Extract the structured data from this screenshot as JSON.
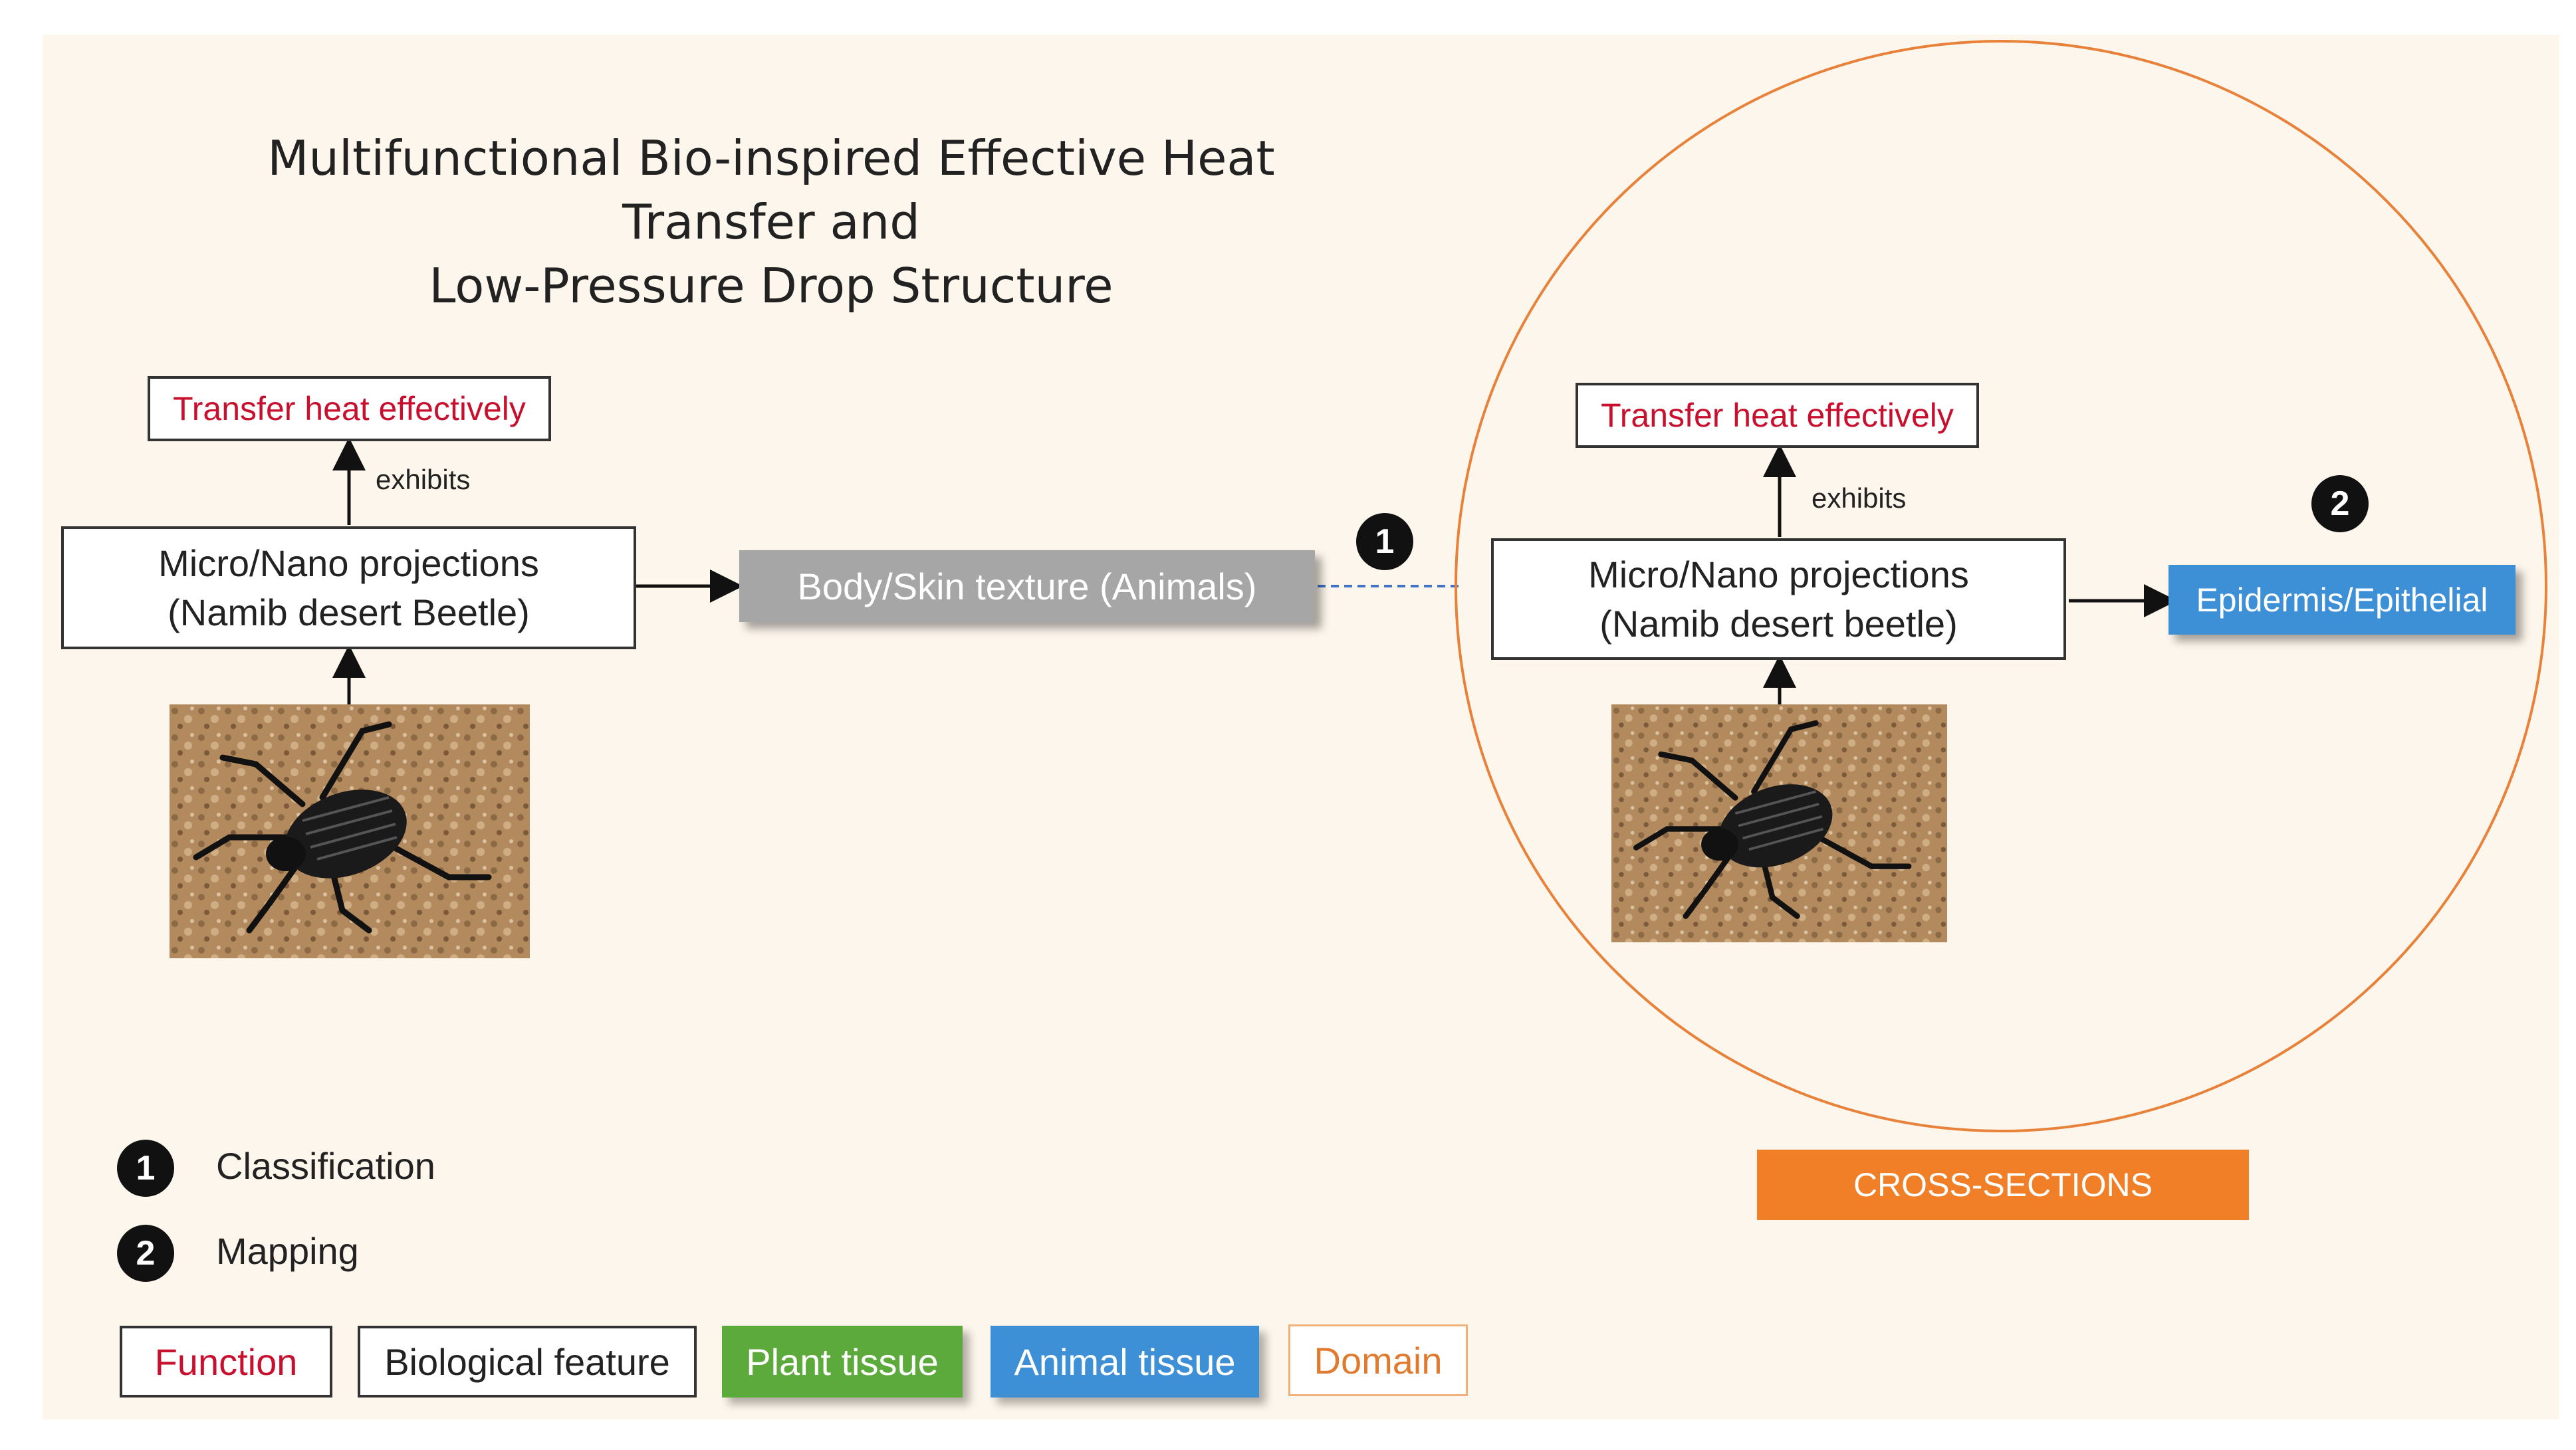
{
  "title": {
    "line1": "Multifunctional Bio-inspired Effective Heat Transfer and",
    "line2": "Low-Pressure Drop Structure"
  },
  "left": {
    "function_label": "Transfer heat effectively",
    "exhibits": "exhibits",
    "feature_line1": "Micro/Nano projections",
    "feature_line2": "(Namib desert Beetle)",
    "photo_icon": "beetle-photo"
  },
  "center": {
    "domain_box": "Body/Skin texture (Animals)",
    "badge": "1"
  },
  "right": {
    "function_label": "Transfer heat effectively",
    "exhibits": "exhibits",
    "feature_line1": "Micro/Nano projections",
    "feature_line2": "(Namib desert beetle)",
    "tissue_box": "Epidermis/Epithelial",
    "badge": "2",
    "photo_icon": "beetle-photo",
    "circle_label": "CROSS-SECTIONS"
  },
  "key": {
    "items": [
      {
        "badge": "1",
        "label": "Classification"
      },
      {
        "badge": "2",
        "label": "Mapping"
      }
    ]
  },
  "legend": {
    "function": "Function",
    "biological_feature": "Biological feature",
    "plant_tissue": "Plant tissue",
    "animal_tissue": "Animal tissue",
    "domain": "Domain"
  },
  "colors": {
    "function_text": "#c8102e",
    "plant": "#5daa3c",
    "animal": "#3d8fd6",
    "domain": "#f07f28",
    "background": "#fdf6ec"
  }
}
